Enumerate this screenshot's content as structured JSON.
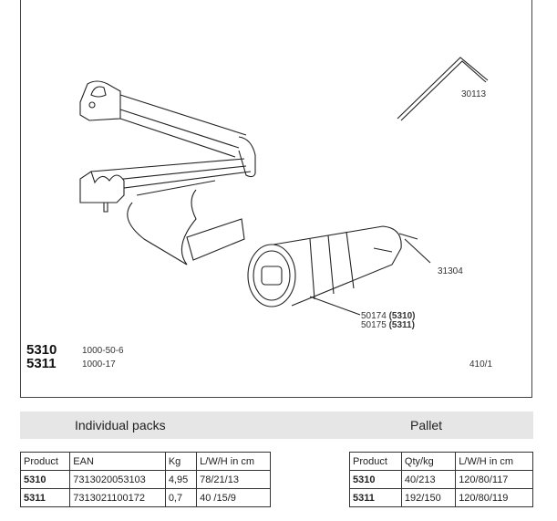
{
  "drawing": {
    "part_labels": {
      "hex_key": "30113",
      "screw": "31304",
      "lock_5310_num": "50174",
      "lock_5310_model": "(5310)",
      "lock_5311_num": "50175",
      "lock_5311_model": "(5311)"
    },
    "products": [
      {
        "code": "5310",
        "ref": "1000-50-6"
      },
      {
        "code": "5311",
        "ref": "1000-17"
      }
    ],
    "page_ref": "410/1"
  },
  "sections": {
    "individual": "Individual packs",
    "pallet": "Pallet"
  },
  "individual_table": {
    "headers": [
      "Product",
      "EAN",
      "Kg",
      "L/W/H in cm"
    ],
    "rows": [
      [
        "5310",
        "7313020053103",
        "4,95",
        "78/21/13"
      ],
      [
        "5311",
        "7313021100172",
        "0,7",
        "40 /15/9"
      ]
    ]
  },
  "pallet_table": {
    "headers": [
      "Product",
      "Qty/kg",
      "L/W/H in cm"
    ],
    "rows": [
      [
        "5310",
        "40/213",
        "120/80/117"
      ],
      [
        "5311",
        "192/150",
        "120/80/119"
      ]
    ]
  }
}
